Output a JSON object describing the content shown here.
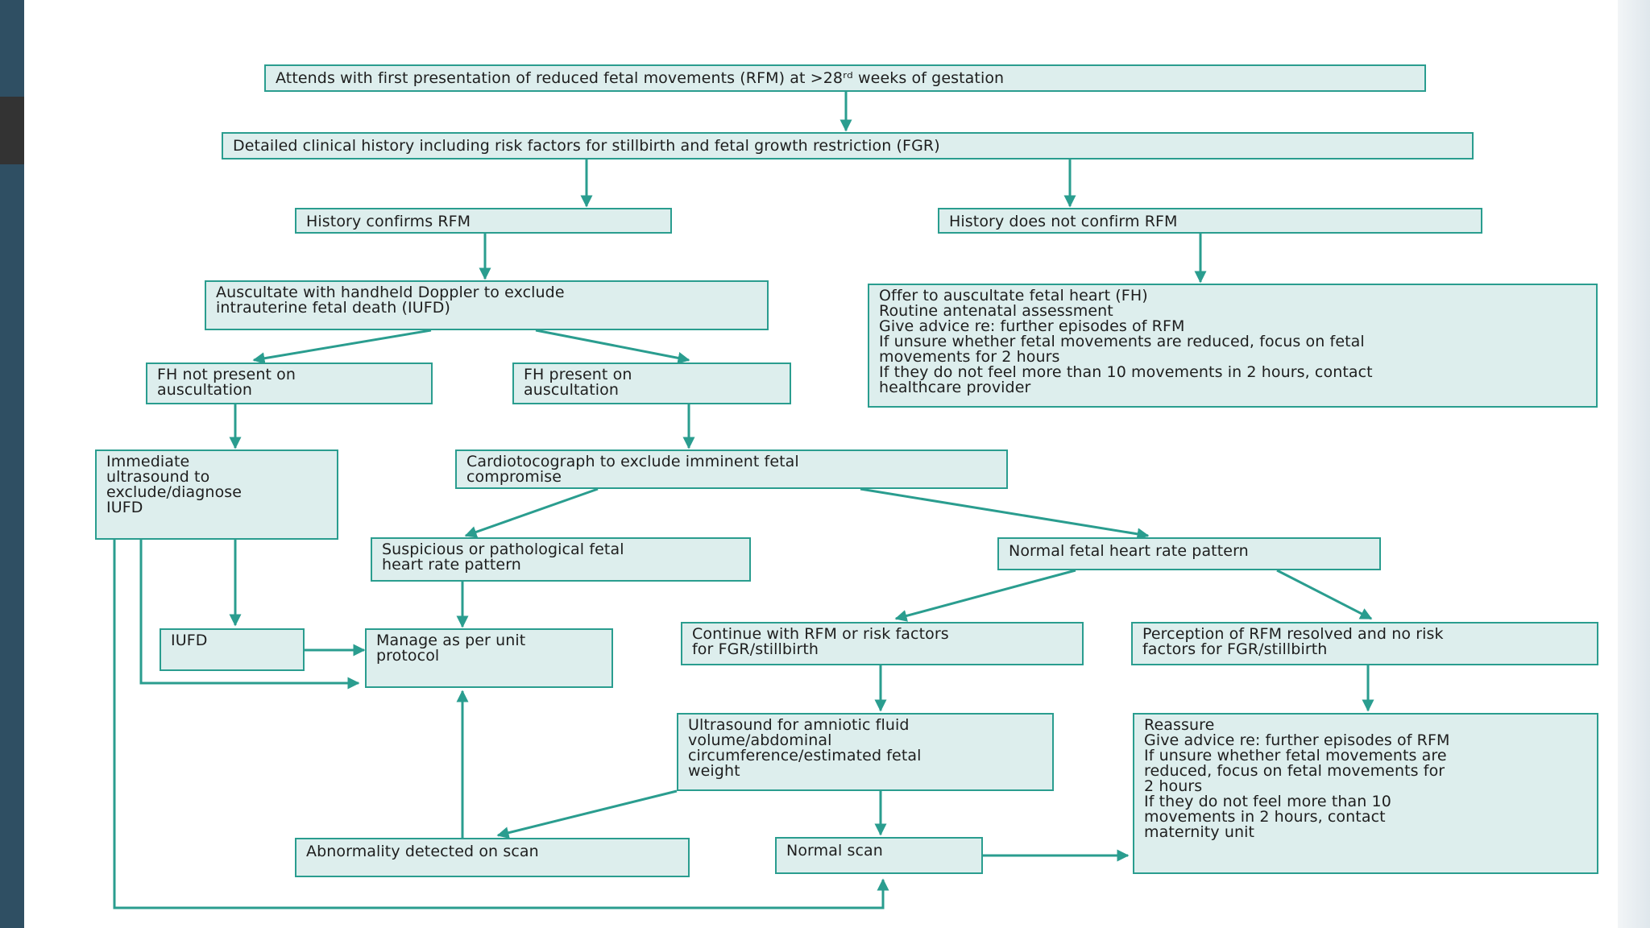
{
  "colors": {
    "box_fill": "#ddeeed",
    "box_border": "#2a9d8f",
    "arrow": "#2a9d8f",
    "left_bar": "#2f4f63"
  },
  "nodes": {
    "first_presentation": "Attends with first presentation of reduced fetal movements (RFM) at >28ʳᵈ weeks of gestation",
    "clinical_history": "Detailed clinical history including risk factors for stillbirth and fetal growth restriction (FGR)",
    "history_confirms": "History confirms RFM",
    "history_not_confirm": "History does not confirm RFM",
    "auscultate_doppler": "Auscultate with handheld Doppler to exclude\nintrauterine fetal death (IUFD)",
    "offer_auscultate": "Offer to auscultate fetal heart (FH)\nRoutine antenatal assessment\nGive advice re: further episodes of RFM\nIf unsure whether fetal movements are reduced, focus on fetal\nmovements for 2 hours\nIf they do not feel more than 10 movements in 2 hours, contact\nhealthcare provider",
    "fh_not_present": "FH not present on\nauscultation",
    "fh_present": "FH present on\nauscultation",
    "immediate_ultrasound": "Immediate\nultrasound to\nexclude/diagnose\nIUFD",
    "ctg": "Cardiotocograph to exclude imminent fetal\ncompromise",
    "suspicious_pattern": "Suspicious or pathological fetal\nheart rate pattern",
    "normal_pattern": "Normal fetal heart rate pattern",
    "iufd": "IUFD",
    "manage_protocol": "Manage as per unit\nprotocol",
    "continue_rfm": "Continue with RFM or risk factors\nfor FGR/stillbirth",
    "perception_resolved": "Perception of RFM resolved and no risk\nfactors for FGR/stillbirth",
    "ultrasound_amniotic": "Ultrasound for amniotic fluid\nvolume/abdominal\ncircumference/estimated fetal\nweight",
    "reassure": "Reassure\nGive advice re: further episodes of RFM\nIf unsure whether fetal movements are\nreduced, focus on fetal movements for\n2 hours\nIf they do not feel more than 10\nmovements in 2 hours, contact\nmaternity unit",
    "abnormality_scan": "Abnormality detected on scan",
    "normal_scan": "Normal scan"
  }
}
